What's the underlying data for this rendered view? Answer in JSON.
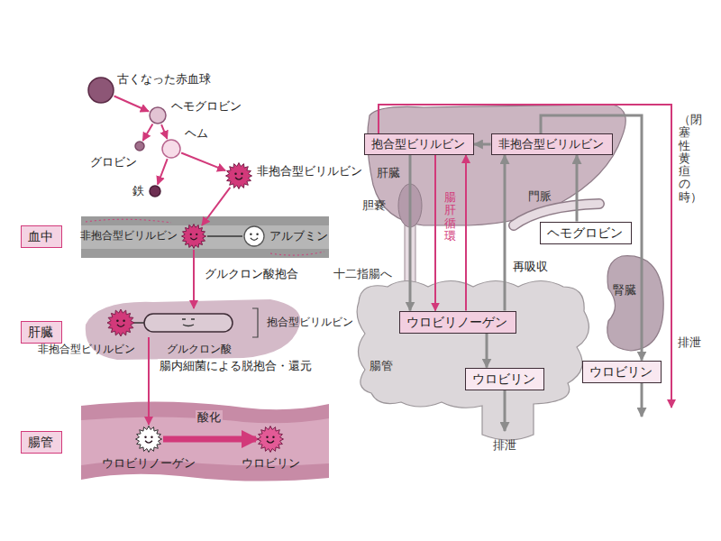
{
  "diagram": {
    "nodes": [
      {
        "text": [
          "古くなった赤血球"
        ]
      },
      {
        "text": [
          "ヘモグロビン"
        ]
      },
      {
        "text": [
          "グロビン"
        ]
      },
      {
        "text": [
          "ヘム"
        ]
      },
      {
        "text": [
          "非抱合型ビリルビン"
        ]
      },
      {
        "text": [
          "鉄"
        ]
      },
      {
        "text": [
          "血中"
        ]
      },
      {
        "text": [
          "非抱合型ビリルビン"
        ]
      },
      {
        "text": [
          "アルブミン"
        ]
      },
      {
        "text": [
          "肝臓"
        ]
      },
      {
        "text": [
          "非抱合型ビリルビン",
          "グルクロン酸",
          "抱合型ビリルビン"
        ]
      },
      {
        "text": [
          "腸管"
        ]
      },
      {
        "text": [
          "ウロビリノーゲン"
        ]
      },
      {
        "text": [
          "ウロビリン"
        ]
      },
      {
        "text": [
          "抱合型ビリルビン"
        ]
      },
      {
        "text": [
          "非抱合型ビリルビン"
        ]
      },
      {
        "text": [
          "ヘモグロビン"
        ]
      },
      {
        "text": [
          "ウロビリノーゲン"
        ]
      },
      {
        "text": [
          "ウロビリン"
        ]
      },
      {
        "text": [
          "ウロビリン"
        ]
      }
    ],
    "edges": [
      {
        "from": 0,
        "to": 1,
        "arrow": "to"
      },
      {
        "from": 1,
        "to": 2,
        "arrow": "to"
      },
      {
        "from": 1,
        "to": 3,
        "arrow": "to"
      },
      {
        "from": 3,
        "to": 4,
        "arrow": "to"
      },
      {
        "from": 3,
        "to": 5,
        "arrow": "to"
      },
      {
        "from": 4,
        "to": 7,
        "arrow": "to"
      },
      {
        "from": 7,
        "to": 8,
        "arrow": "none"
      },
      {
        "from": 7,
        "to": 10,
        "label": "グルクロン酸抱合",
        "arrow": "to"
      },
      {
        "from": 10,
        "to": 12,
        "label": "腸内細菌による脱抱合・還元",
        "arrow": "to"
      },
      {
        "from": 12,
        "to": 13,
        "label": "酸化",
        "arrow": "to"
      },
      {
        "from": 16,
        "to": 15,
        "arrow": "to"
      },
      {
        "from": 15,
        "to": 14,
        "arrow": "to"
      },
      {
        "from": 14,
        "to": 17,
        "arrow": "to"
      },
      {
        "from": 17,
        "to": 18,
        "arrow": "to"
      },
      {
        "from": 17,
        "to": 15,
        "label": "再吸収",
        "arrow": "to"
      },
      {
        "from": 14,
        "to": 17,
        "arrow": "to"
      },
      {
        "from": 17,
        "to": 14,
        "arrow": "to"
      },
      {
        "from": 15,
        "to": 19,
        "arrow": "to"
      }
    ],
    "labels": [
      "肝臓",
      "門脈",
      "胆嚢",
      "十二指腸へ",
      "腸肝循環",
      "腸管",
      "腎臓",
      "（閉塞性黄疸の時）",
      "排泄",
      "排泄"
    ]
  }
}
